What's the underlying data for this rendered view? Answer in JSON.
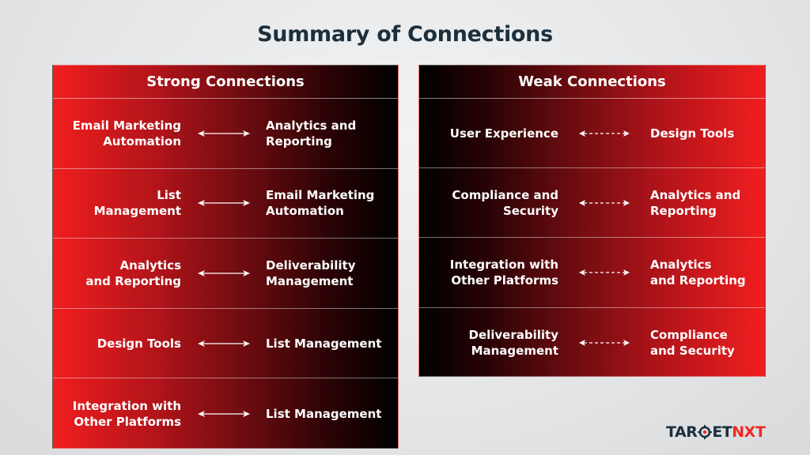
{
  "title": "Summary of Connections",
  "colors": {
    "accent_red": "#f01e1f",
    "dark": "#000000",
    "title_text": "#1c2f3d",
    "logo_red": "#ee2a24"
  },
  "strong": {
    "header": "Strong Connections",
    "arrow_style": "solid",
    "rows": [
      {
        "left": "Email Marketing\nAutomation",
        "right": "Analytics and\nReporting"
      },
      {
        "left": "List\nManagement",
        "right": "Email Marketing\nAutomation"
      },
      {
        "left": "Analytics\nand Reporting",
        "right": "Deliverability\nManagement"
      },
      {
        "left": "Design Tools",
        "right": "List Management"
      },
      {
        "left": "Integration with\nOther Platforms",
        "right": "List Management"
      }
    ]
  },
  "weak": {
    "header": "Weak Connections",
    "arrow_style": "dashed",
    "rows": [
      {
        "left": "User Experience",
        "right": "Design Tools"
      },
      {
        "left": "Compliance and\nSecurity",
        "right": "Analytics and\nReporting"
      },
      {
        "left": "Integration with\nOther Platforms",
        "right": "Analytics\nand Reporting"
      },
      {
        "left": "Deliverability\nManagement",
        "right": "Compliance\nand Security"
      }
    ]
  },
  "logo": {
    "part1": "TAR",
    "mark_icon": "target-crosshair-icon",
    "part2": "ET",
    "part3": "NXT"
  }
}
